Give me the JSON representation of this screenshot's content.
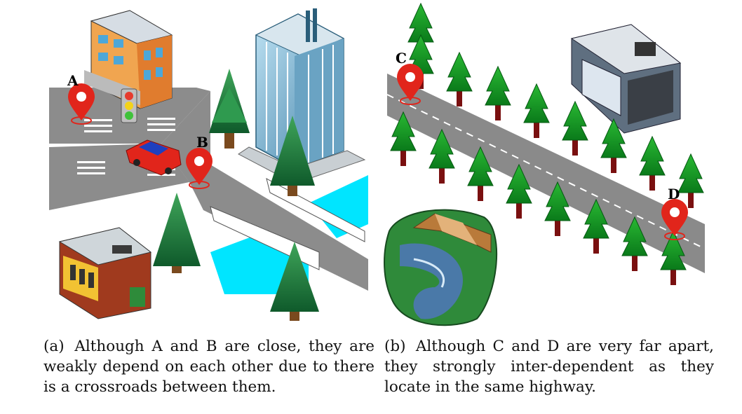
{
  "panel_a": {
    "markers": {
      "a": "A",
      "b": "B"
    },
    "caption_label": "(a)",
    "caption": "Although A and B are close, they are weakly depend on each other due to there is a crossroads between them."
  },
  "panel_b": {
    "markers": {
      "c": "C",
      "d": "D"
    },
    "caption_label": "(b)",
    "caption": "Although C and D are very far apart, they strongly inter-dependent as they locate in the same highway."
  },
  "colors": {
    "road": "#8a8a8a",
    "marker": "#e1251b",
    "tree": "#1d7a3a",
    "water": "#00e5ff",
    "highway_tree": "#0f8a1f"
  }
}
